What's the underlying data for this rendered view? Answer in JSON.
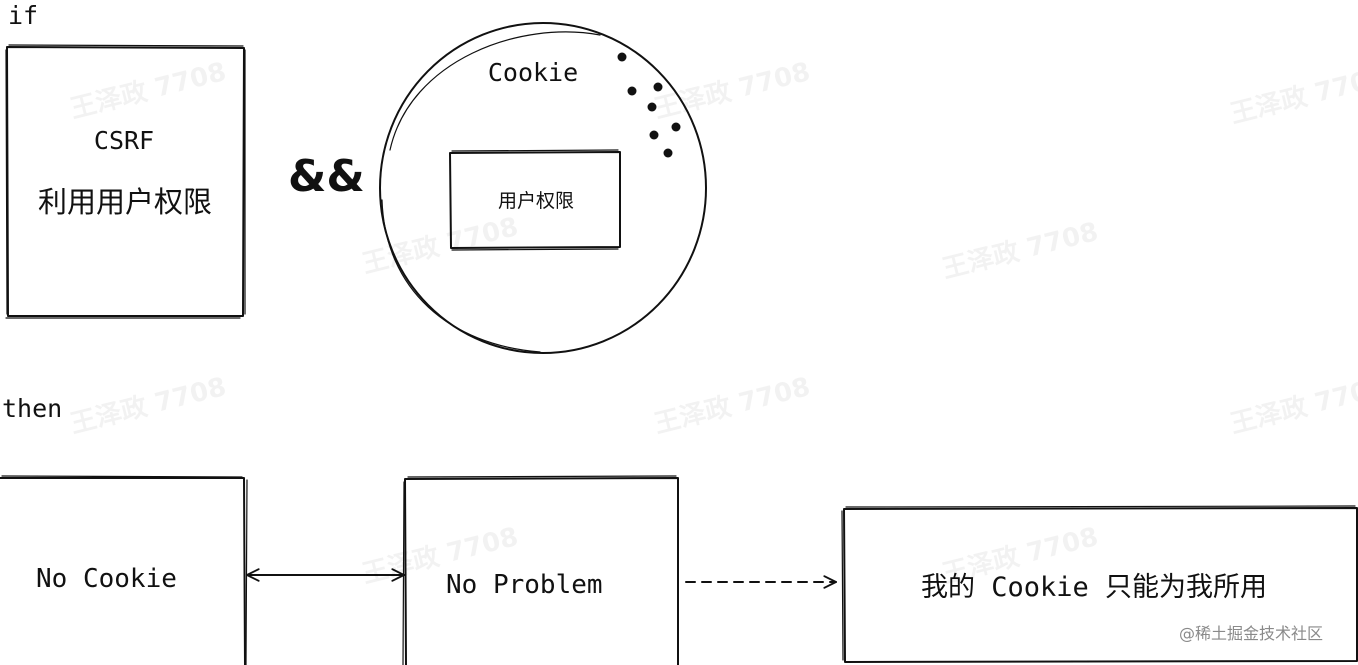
{
  "keywords": {
    "if": "if",
    "then": "then"
  },
  "csrf_box": {
    "title": "CSRF",
    "description": "利用用户权限"
  },
  "operator": "&&",
  "cookie_circle": {
    "title": "Cookie",
    "inner_box": "用户权限"
  },
  "outcomes": {
    "no_cookie": "No Cookie",
    "no_problem": "No Problem",
    "my_cookie": "我的 Cookie 只能为我所用"
  },
  "watermark": "王泽政 7708",
  "credit": "@稀土掘金技术社区",
  "colors": {
    "stroke": "#111111",
    "background": "#ffffff",
    "credit": "#8a8a8a"
  }
}
